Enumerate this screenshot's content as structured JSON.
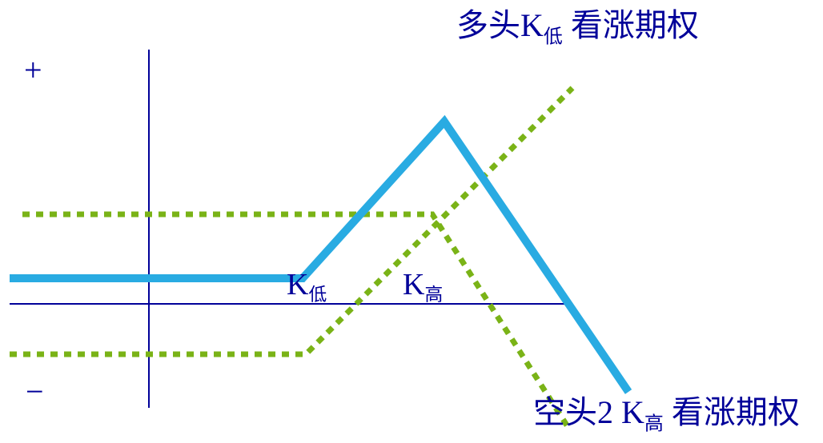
{
  "diagram": {
    "plus_sign": "+",
    "minus_sign": "−",
    "long_call_label": {
      "prefix": "多头K",
      "sub": "低",
      "suffix": " 看涨期权"
    },
    "short_call_label": {
      "prefix": "空头2 K",
      "sub": "高",
      "suffix": " 看涨期权"
    },
    "strike_low": {
      "main": "K",
      "sub": "低"
    },
    "strike_high": {
      "main": "K",
      "sub": "高"
    },
    "colors": {
      "axis": "#000099",
      "text": "#000099",
      "combined_payoff": "#29abe2",
      "component_payoffs": "#7ab317"
    }
  }
}
